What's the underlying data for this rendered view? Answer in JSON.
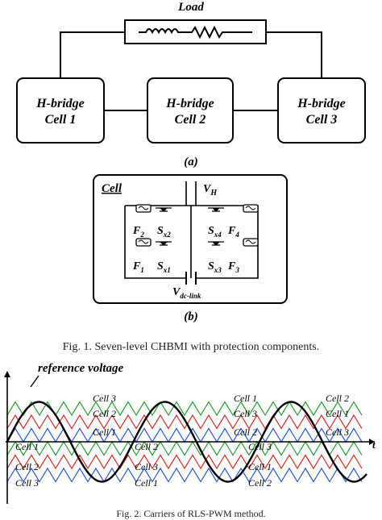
{
  "load_label": "Load",
  "cells": [
    {
      "line1": "H-bridge",
      "line2": "Cell 1"
    },
    {
      "line1": "H-bridge",
      "line2": "Cell 2"
    },
    {
      "line1": "H-bridge",
      "line2": "Cell 3"
    }
  ],
  "label_a": "(a)",
  "cell_panel": {
    "title": "Cell",
    "vh": "V",
    "vh_sub": "H",
    "vdc": "V",
    "vdc_sub": "dc-link",
    "f2": "F",
    "f2_sub": "2",
    "sx2": "S",
    "sx2_sub": "x2",
    "sx4": "S",
    "sx4_sub": "x4",
    "f4": "F",
    "f4_sub": "4",
    "f1": "F",
    "f1_sub": "1",
    "sx1": "S",
    "sx1_sub": "x1",
    "sx3": "S",
    "sx3_sub": "x3",
    "f3": "F",
    "f3_sub": "3"
  },
  "label_b": "(b)",
  "caption1": "Fig. 1. Seven-level CHBMI with protection components.",
  "pwm": {
    "reference_label": "reference voltage",
    "t_label": "t",
    "top_labels": [
      [
        "Cell 3",
        "Cell 2",
        "Cell 1"
      ],
      [
        "Cell 1",
        "Cell 3",
        "Cell 2"
      ],
      [
        "Cell 2",
        "Cell 1",
        "Cell 3"
      ]
    ],
    "bottom_labels": [
      [
        "Cell 1",
        "Cell 2",
        "Cell 3"
      ],
      [
        "Cell 2",
        "Cell 3",
        "Cell 1"
      ],
      [
        "Cell 3",
        "Cell 1",
        "Cell 2"
      ]
    ],
    "colors": {
      "red": "#d42020",
      "green": "#1e9a2e",
      "blue": "#1d4fd6"
    }
  },
  "caption2": "Fig. 2. Carriers of RLS-PWM method."
}
